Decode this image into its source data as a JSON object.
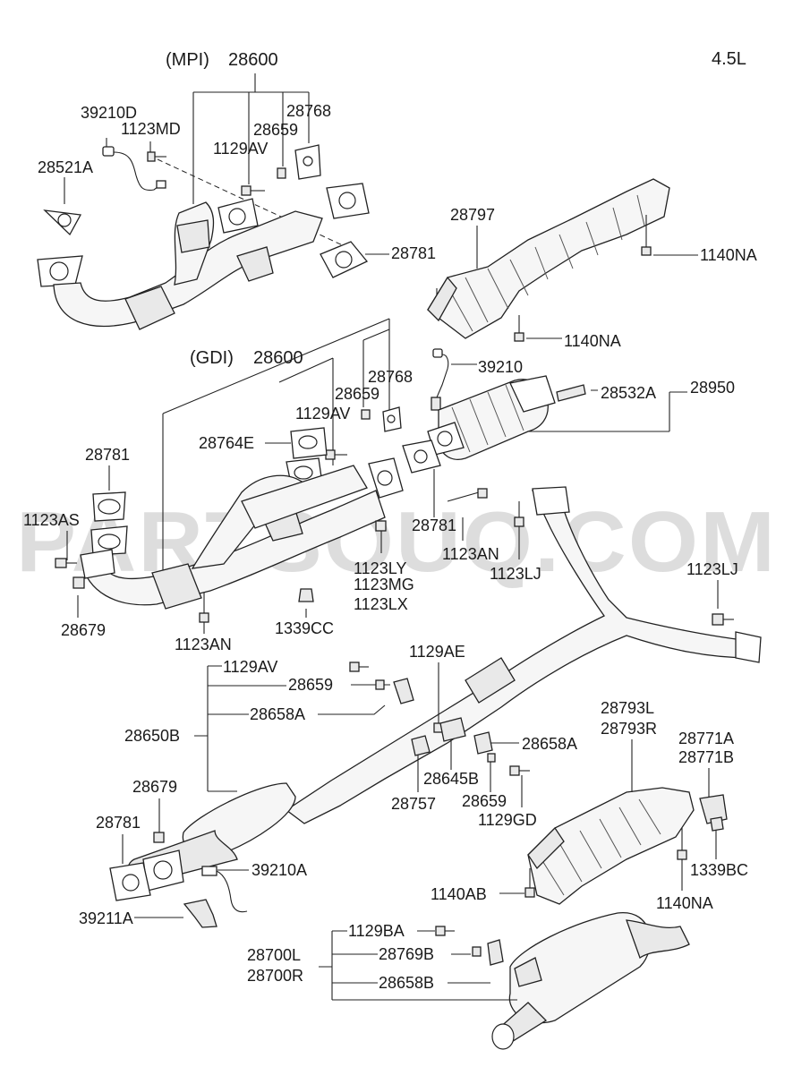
{
  "engine": "4.5L",
  "watermark": "PARTSOUQ.COM",
  "sections": {
    "mpi_title": "(MPI)",
    "gdi_title": "(GDI)"
  },
  "labels": {
    "mpi_28600": "28600",
    "mpi_28768": "28768",
    "mpi_28659": "28659",
    "mpi_1129AV": "1129AV",
    "mpi_39210D": "39210D",
    "mpi_1123MD": "1123MD",
    "mpi_28521A": "28521A",
    "mpi_28781": "28781",
    "hs_28797": "28797",
    "hs_1140NA_a": "1140NA",
    "hs_1140NA_b": "1140NA",
    "gdi_28600": "28600",
    "gdi_28768": "28768",
    "gdi_28659": "28659",
    "gdi_1129AV": "1129AV",
    "gdi_39210": "39210",
    "gdi_28764E": "28764E",
    "gdi_28781_left": "28781",
    "gdi_28532A": "28532A",
    "gdi_28950": "28950",
    "gdi_28781_mid": "28781",
    "gdi_1123AS": "1123AS",
    "gdi_1123AN_mid": "1123AN",
    "gdi_1123LJ_mid": "1123LJ",
    "gdi_1123LY": "1123LY",
    "gdi_1123MG": "1123MG",
    "gdi_1123LX": "1123LX",
    "gdi_28679": "28679",
    "gdi_1123AN_low": "1123AN",
    "gdi_1339CC": "1339CC",
    "gdi_1123LJ_right": "1123LJ",
    "c_1129AV": "1129AV",
    "c_28659": "28659",
    "c_28658A": "28658A",
    "c_1129AE": "1129AE",
    "c_28650B": "28650B",
    "c_28679": "28679",
    "c_28781": "28781",
    "c_39210A": "39210A",
    "c_39211A": "39211A",
    "m_28658A": "28658A",
    "m_28645B": "28645B",
    "m_28757": "28757",
    "m_28659": "28659",
    "m_1129GD": "1129GD",
    "r_28793L": "28793L",
    "r_28793R": "28793R",
    "r_28771A": "28771A",
    "r_28771B": "28771B",
    "r_1339BC": "1339BC",
    "r_1140AB": "1140AB",
    "r_1140NA": "1140NA",
    "b_1129BA": "1129BA",
    "b_28769B": "28769B",
    "b_28658B": "28658B",
    "b_28700L": "28700L",
    "b_28700R": "28700R"
  }
}
